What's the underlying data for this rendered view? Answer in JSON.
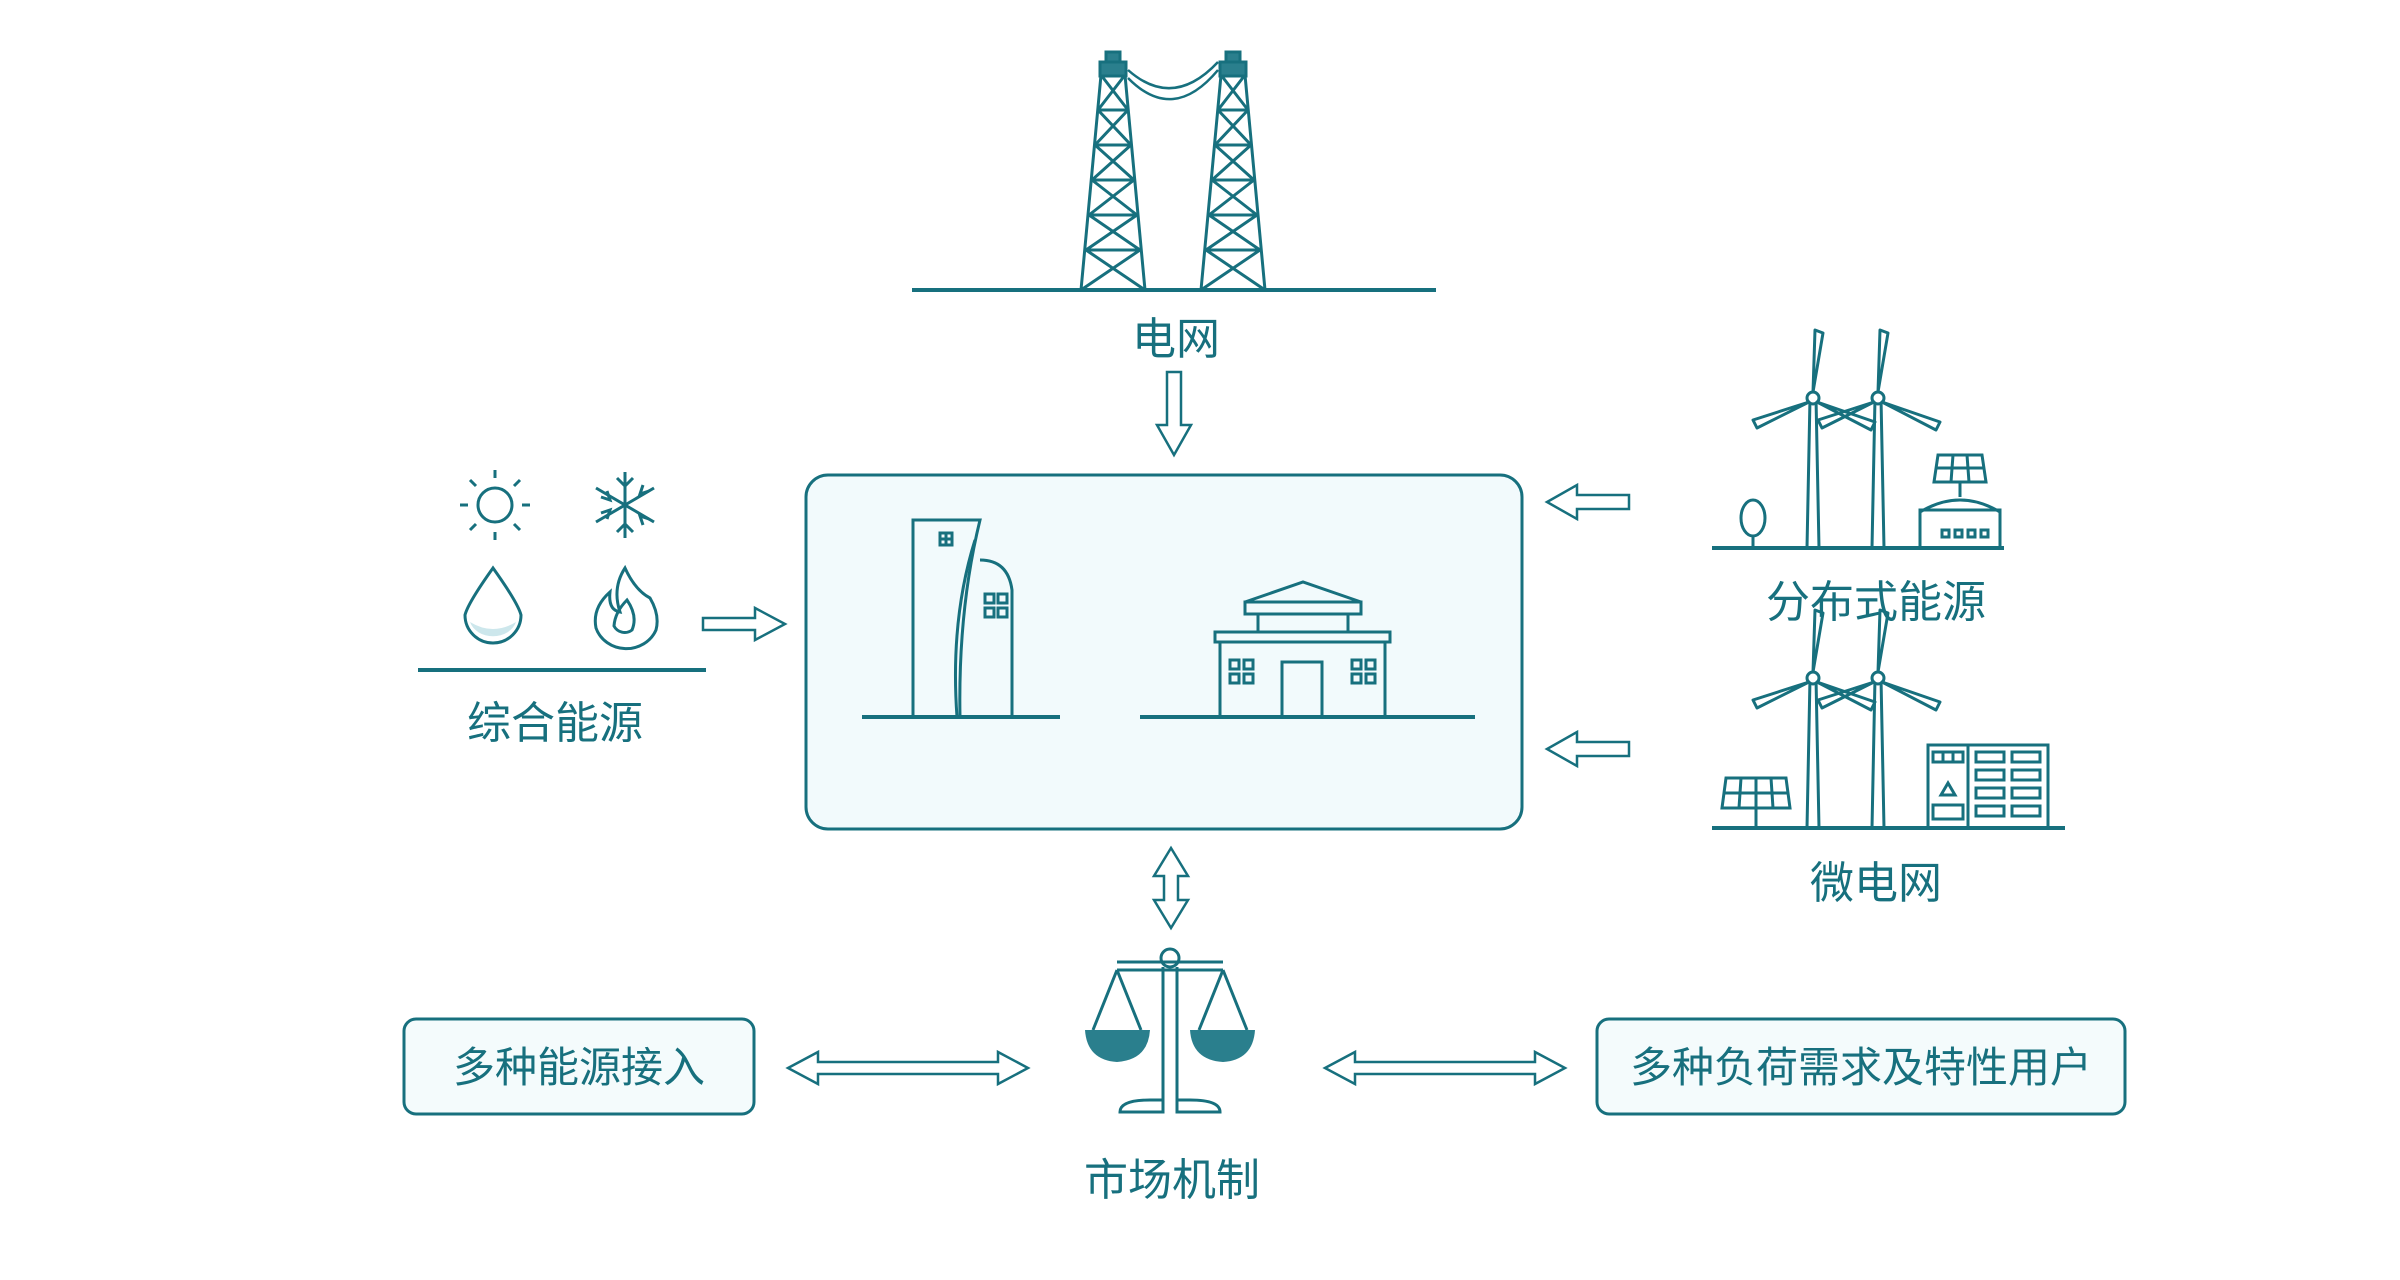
{
  "nodes": {
    "grid": {
      "label": "电网"
    },
    "integrated_energy": {
      "label": "综合能源"
    },
    "distributed_energy": {
      "label": "分布式能源"
    },
    "microgrid": {
      "label": "微电网"
    },
    "market": {
      "label": "市场机制"
    },
    "multi_energy_access": {
      "label": "多种能源接入"
    },
    "multi_load_users": {
      "label": "多种负荷需求及特性用户"
    }
  },
  "colors": {
    "primary": "#17707e",
    "scale_pan": "#2a7f8d",
    "panel_fill": "#f2fafc",
    "box_fill": "#f4fbfc"
  }
}
